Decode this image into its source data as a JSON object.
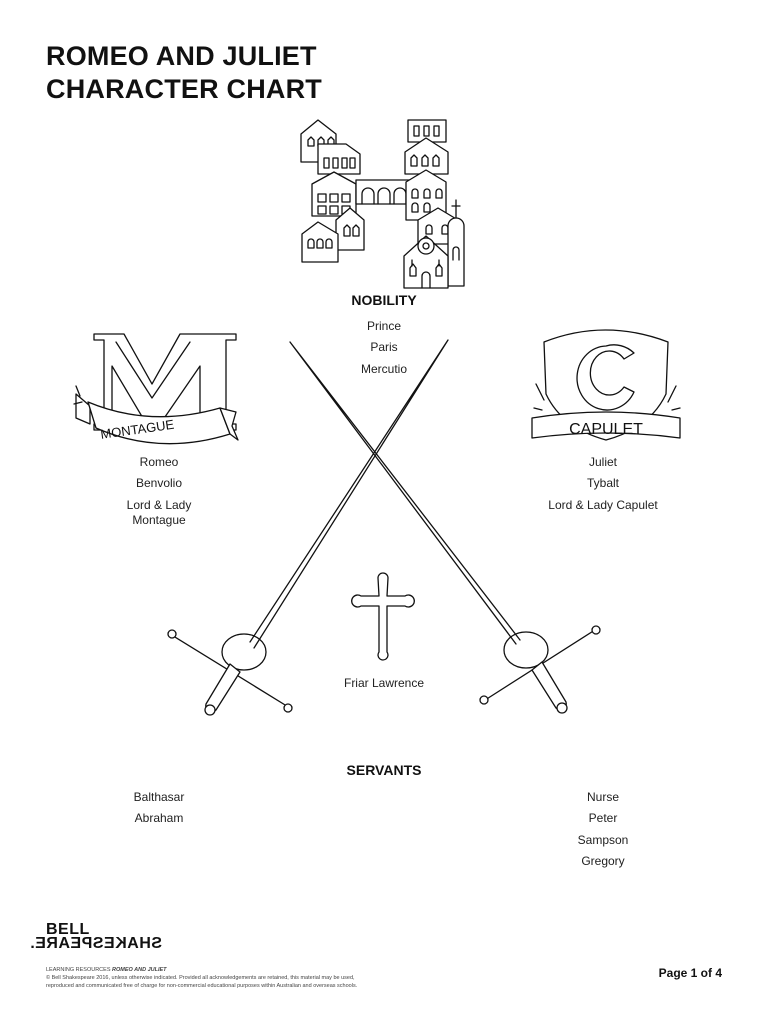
{
  "title": {
    "line1": "ROMEO AND JULIET",
    "line2": "CHARACTER CHART"
  },
  "nobility": {
    "heading": "NOBILITY",
    "names": [
      "Prince",
      "Paris",
      "Mercutio"
    ]
  },
  "montague": {
    "banner": "MONTAGUE",
    "names": [
      "Romeo",
      "Benvolio",
      "Lord & Lady Montague"
    ]
  },
  "capulet": {
    "banner": "CAPULET",
    "names": [
      "Juliet",
      "Tybalt",
      "Lord & Lady Capulet"
    ]
  },
  "center": {
    "name": "Friar Lawrence"
  },
  "servants": {
    "heading": "SERVANTS",
    "left": [
      "Balthasar",
      "Abraham"
    ],
    "right": [
      "Nurse",
      "Peter",
      "Sampson",
      "Gregory"
    ]
  },
  "footer": {
    "logo_top": "BELL",
    "logo_bottom": "SHAKESPEARE.",
    "line1_prefix": "LEARNING RESOURCES",
    "line1_title": "ROMEO AND JULIET",
    "line2": "© Bell Shakespeare 2016, unless otherwise indicated. Provided all acknowledgements are retained, this material may be used,",
    "line3": "reproduced and communicated free of charge for non-commercial educational purposes within Australian and overseas schools.",
    "page": "Page 1 of 4"
  }
}
